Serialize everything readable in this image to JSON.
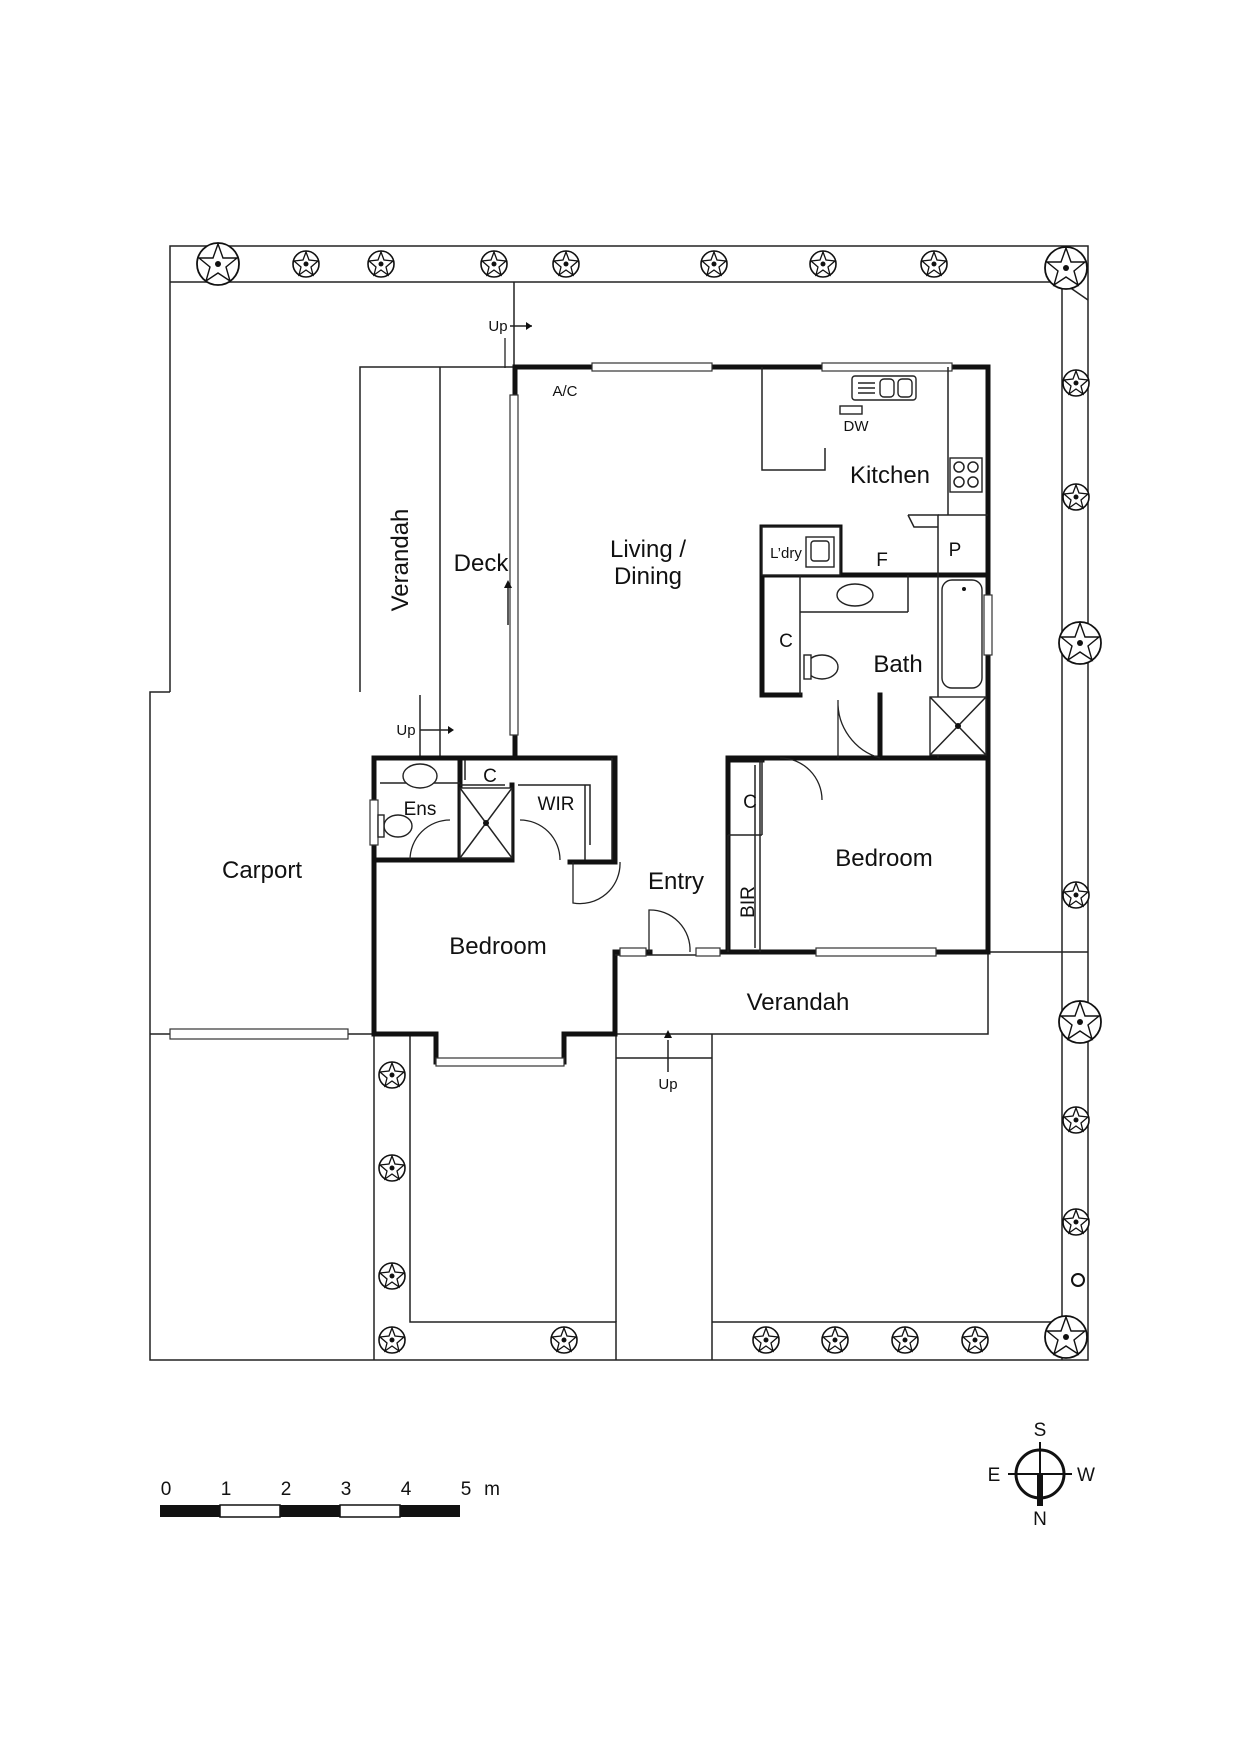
{
  "rooms": {
    "living_line1": "Living /",
    "living_line2": "Dining",
    "kitchen": "Kitchen",
    "laundry": "L’dry",
    "fridge": "F",
    "pantry": "P",
    "bath": "Bath",
    "cupboard": "C",
    "bedroom": "Bedroom",
    "bir": "BIR",
    "entry": "Entry",
    "ensuite": "Ens",
    "wir": "WIR",
    "deck": "Deck",
    "verandah": "Verandah",
    "carport": "Carport",
    "ac": "A/C",
    "dishwasher": "DW",
    "up": "Up"
  },
  "scale": {
    "ticks": [
      "0",
      "1",
      "2",
      "3",
      "4",
      "5"
    ],
    "unit": "m"
  },
  "compass": {
    "top": "S",
    "bottom": "N",
    "left": "E",
    "right": "W"
  },
  "colors": {
    "ink": "#111111",
    "paper": "#ffffff"
  }
}
